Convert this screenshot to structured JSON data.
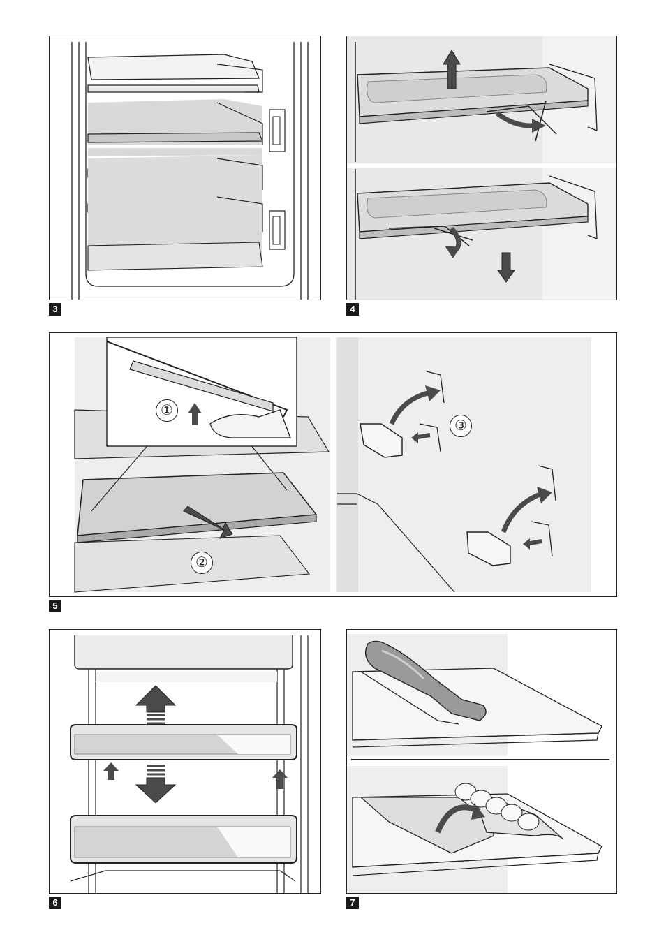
{
  "figures": [
    {
      "number": "3"
    },
    {
      "number": "4"
    },
    {
      "number": "5",
      "callouts": [
        "①",
        "②",
        "③"
      ]
    },
    {
      "number": "6"
    },
    {
      "number": "7"
    }
  ],
  "colors": {
    "line": "#222222",
    "wall_shade": "#e6e6e6",
    "glass_shade": "#cfcfcf",
    "arrow_fill": "#4a4a4a"
  }
}
